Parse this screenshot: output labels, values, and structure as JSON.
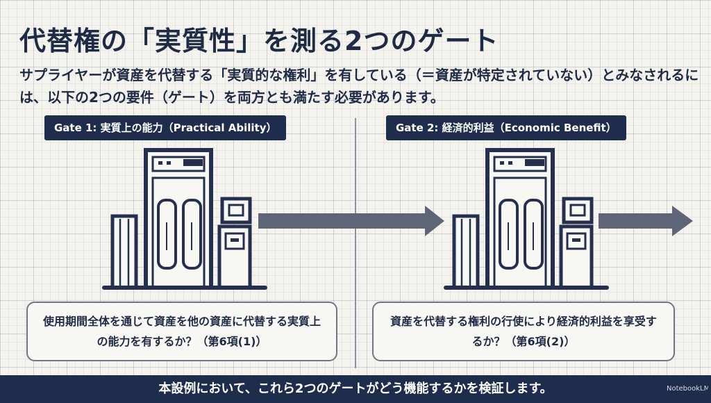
{
  "title": "代替権の「実質性」を測る2つのゲート",
  "subtitle": "サプライヤーが資産を代替する「実質的な権利」を有している（＝資産が特定されていない）とみなされるには、以下の2つの要件（ゲート）を両方とも満たす必要があります。",
  "gates": [
    {
      "label": "Gate 1:  実質上の能力（Practical Ability）",
      "description": "使用期間全体を通じて資産を他の資産に代替する実質上の能力を有するか？（第6項(1)）"
    },
    {
      "label": "Gate 2:  経済的利益（Economic Benefit）",
      "description": "資産を代替する権利の行使により経済的利益を享受するか？（第6項(2)）"
    }
  ],
  "footer": {
    "text": "本設例において、これら2つのゲートがどう機能するかを検証します。",
    "brand": "NotebookLM"
  },
  "colors": {
    "navy": "#1f2d4d",
    "gate_stroke": "#25304f",
    "arrow": "#5d6577",
    "background": "#f4f3ee"
  },
  "icons": [
    "gate-icon",
    "arrow-right-icon",
    "notebooklm-logo-icon"
  ]
}
